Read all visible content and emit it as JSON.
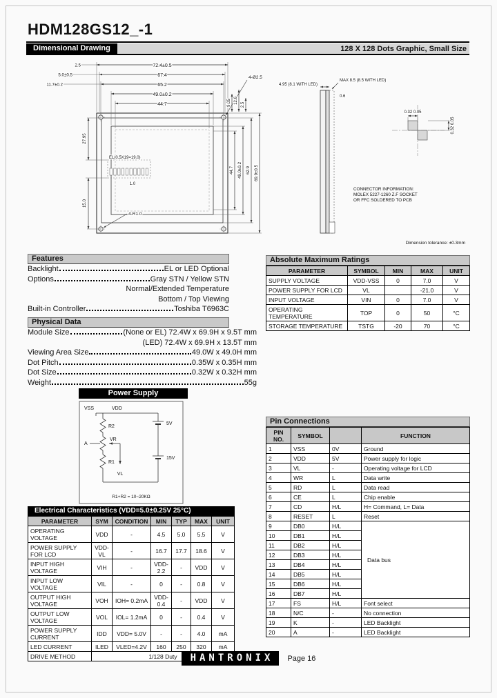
{
  "page": {
    "title": "HDM128GS12_-1",
    "section_drawing": "Dimensional Drawing",
    "header_right": "128 X 128 Dots Graphic, Small Size",
    "brand": "HANTRONIX",
    "page_number": "Page 16"
  },
  "colors": {
    "heading_gray": "#c9c9c9",
    "heading_black": "#000000",
    "page_bg": "#fafafa"
  },
  "features": {
    "heading": "Features",
    "rows": [
      {
        "label": "Backlight",
        "value": "EL or LED Optional"
      },
      {
        "label": "Options",
        "value": "Gray STN / Yellow STN"
      },
      {
        "label": "",
        "value": "Normal/Extended Temperature"
      },
      {
        "label": "",
        "value": "Bottom / Top Viewing"
      },
      {
        "label": "Built-in Controller",
        "value": "Toshiba T6963C"
      }
    ]
  },
  "physical": {
    "heading": "Physical Data",
    "rows": [
      {
        "label": "Module Size",
        "value": "(None or EL) 72.4W x 69.9H x 9.5T mm"
      },
      {
        "label": "",
        "value": "(LED) 72.4W x 69.9H x 13.5T mm"
      },
      {
        "label": "Viewing Area Size",
        "value": "49.0W x 49.0H mm"
      },
      {
        "label": "Dot Pitch",
        "value": "0.35W x 0.35H mm"
      },
      {
        "label": "Dot Size",
        "value": "0.32W x 0.32H mm"
      },
      {
        "label": "Weight",
        "value": "55g"
      }
    ]
  },
  "power_supply": {
    "heading": "Power Supply",
    "labels": {
      "vss": "VSS",
      "vdd": "VDD",
      "r2": "R2",
      "vr": "VR",
      "r1": "R1",
      "batt1": "5V",
      "batt2": "15V",
      "vl": "VL",
      "a": "A",
      "note": "R1+R2 = 10~20KΩ"
    }
  },
  "abs_max": {
    "heading": "Absolute Maximum Ratings",
    "table": {
      "headers": [
        "PARAMETER",
        "SYMBOL",
        "MIN",
        "MAX",
        "UNIT"
      ],
      "rows": [
        [
          "SUPPLY VOLTAGE",
          "VDD-VSS",
          "0",
          "7.0",
          "V"
        ],
        [
          "POWER SUPPLY FOR LCD",
          "VL",
          "",
          "-21.0",
          "V"
        ],
        [
          "INPUT VOLTAGE",
          "VIN",
          "0",
          "7.0",
          "V"
        ],
        [
          "OPERATING TEMPERATURE",
          "TOP",
          "0",
          "50",
          "°C"
        ],
        [
          "STORAGE TEMPERATURE",
          "TSTG",
          "-20",
          "70",
          "°C"
        ]
      ]
    }
  },
  "pins": {
    "heading": "Pin Connections",
    "table": {
      "headers": [
        "PIN NO.",
        "SYMBOL",
        "",
        "FUNCTION"
      ],
      "rows": [
        [
          "1",
          "VSS",
          "0V",
          "Ground"
        ],
        [
          "2",
          "VDD",
          "5V",
          "Power supply for logic"
        ],
        [
          "3",
          "VL",
          "-",
          "Operating voltage for LCD"
        ],
        [
          "4",
          "WR",
          "L",
          "Data write"
        ],
        [
          "5",
          "RD",
          "L",
          "Data read"
        ],
        [
          "6",
          "CE",
          "L",
          "Chip enable"
        ],
        [
          "7",
          "CD",
          "H/L",
          "H= Command, L= Data"
        ],
        [
          "8",
          "RESET",
          "L",
          "Reset"
        ],
        [
          "9",
          "DB0",
          "H/L",
          {
            "text": "Data bus",
            "rowspan": 8,
            "cls": "databus"
          }
        ],
        [
          "10",
          "DB1",
          "H/L",
          null
        ],
        [
          "11",
          "DB2",
          "H/L",
          null
        ],
        [
          "12",
          "DB3",
          "H/L",
          null
        ],
        [
          "13",
          "DB4",
          "H/L",
          null
        ],
        [
          "14",
          "DB5",
          "H/L",
          null
        ],
        [
          "15",
          "DB6",
          "H/L",
          null
        ],
        [
          "16",
          "DB7",
          "H/L",
          null
        ],
        [
          "17",
          "FS",
          "H/L",
          "Font select"
        ],
        [
          "18",
          "N/C",
          "-",
          "No connection"
        ],
        [
          "19",
          "K",
          "-",
          "LED Backlight"
        ],
        [
          "20",
          "A",
          "-",
          "LED Backlight"
        ]
      ]
    }
  },
  "elec": {
    "heading": "Electrical Characteristics (VDD=5.0±0.25V 25°C)",
    "table": {
      "headers": [
        "PARAMETER",
        "SYM",
        "CONDITION",
        "MIN",
        "TYP",
        "MAX",
        "UNIT"
      ],
      "rows": [
        [
          "OPERATING VOLTAGE",
          "VDD",
          "-",
          "4.5",
          "5.0",
          "5.5",
          "V"
        ],
        [
          "POWER SUPPLY FOR LCD",
          "VDD-VL",
          "-",
          "16.7",
          "17.7",
          "18.6",
          "V"
        ],
        [
          "INPUT HIGH VOLTAGE",
          "VIH",
          "-",
          "VDD-2.2",
          "-",
          "VDD",
          "V"
        ],
        [
          "INPUT LOW VOLTAGE",
          "VIL",
          "-",
          "0",
          "-",
          "0.8",
          "V"
        ],
        [
          "OUTPUT HIGH VOLTAGE",
          "VOH",
          "IOH= 0.2mA",
          "VDD-0.4",
          "-",
          "VDD",
          "V"
        ],
        [
          "OUTPUT LOW VOLTAGE",
          "VOL",
          "IOL= 1.2mA",
          "0",
          "-",
          "0.4",
          "V"
        ],
        [
          "POWER SUPPLY CURRENT",
          "IDD",
          "VDD= 5.0V",
          "-",
          "-",
          "4.0",
          "mA"
        ],
        [
          "LED CURRENT",
          "ILED",
          "VLED=4.2V",
          "160",
          "250",
          "320",
          "mA"
        ],
        [
          "DRIVE METHOD",
          {
            "text": "1/128 Duty",
            "colspan": 6
          }
        ]
      ]
    }
  },
  "drawing": {
    "top_dims": [
      "72.4±0.5",
      "67.4",
      "65.2",
      "49.0±0.2",
      "44.7"
    ],
    "left_small_dims": [
      "2.5",
      "5.0±0.5",
      "11.7±0.2"
    ],
    "left_side_dims": [
      "27.95",
      "15.0"
    ],
    "right_side_dims": [
      "44.7",
      "49.0±0.2",
      "62.9",
      "69.9±0.5"
    ],
    "top_right_dims": [
      "9.05",
      "12.6",
      "2.5"
    ],
    "hole_label": "4-Ø2.5",
    "corner_label": "4-R1.0",
    "el_label": "EL(0.5X19=19.0)",
    "pitch_label": "1.0",
    "side_dim_left": "4.95 (8.1 WITH LED)",
    "side_dim_right": "MAX 8.5 (8.5 WITH LED)",
    "side_dim_small": "0.6",
    "dot_dim_h": "0.32 0.05",
    "dot_dim_v": "0.32 0.05",
    "connector_note": [
      "CONNECTOR INFORMATION:",
      "MOLEX 5227-1260 Z.F SOCKET",
      "OR FFC SOLDERED TO PCB"
    ],
    "tolerance_note": "Dimension tolerance: ±0.3mm"
  }
}
